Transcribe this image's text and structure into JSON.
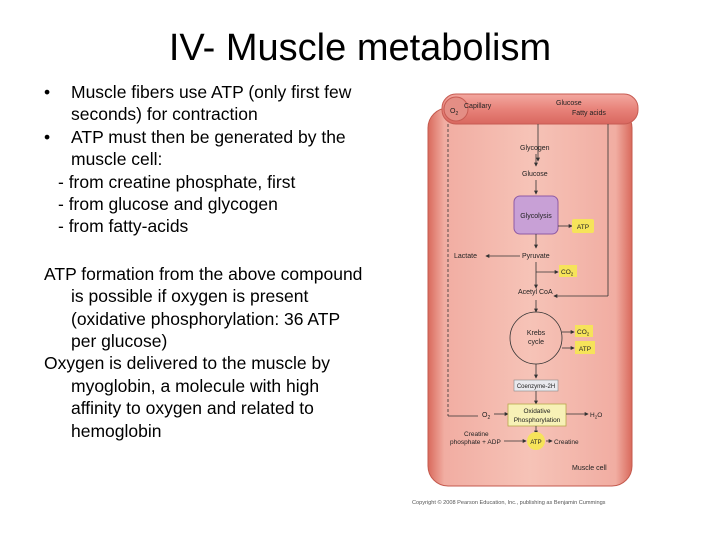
{
  "slide": {
    "title": "IV- Muscle metabolism",
    "bullets": [
      "Muscle fibers use ATP (only first few seconds) for contraction",
      "ATP must then be generated by the muscle cell:"
    ],
    "bullet_glyph": "•",
    "sub_items": [
      "- from creatine phosphate, first",
      "- from glucose and glycogen",
      "- from fatty-acids"
    ],
    "paragraphs": [
      "ATP formation from the above compound is possible if oxygen is present (oxidative phosphorylation: 36 ATP per glucose)",
      "Oxygen is delivered to the muscle by myoglobin, a molecule with high affinity to oxygen and related to hemoglobin"
    ]
  },
  "diagram": {
    "o2_capillary": "O",
    "o2_sub": "2",
    "capillary": "Capillary",
    "glucose_top": "Glucose",
    "fatty_acids": "Fatty acids",
    "glycogen": "Glycogen",
    "glucose": "Glucose",
    "glycolysis": "Glycolysis",
    "atp_glycolysis": "ATP",
    "lactate": "Lactate",
    "pyruvate": "Pyruvate",
    "co2_pyruvate": "CO",
    "co2_sub": "2",
    "acetyl_coa": "Acetyl CoA",
    "krebs_1": "Krebs",
    "krebs_2": "cycle",
    "co2_krebs": "CO",
    "atp_krebs": "ATP",
    "coenzyme": "Coenzyme-2H",
    "o2_ox": "O",
    "ox_phos_1": "Oxidative",
    "ox_phos_2": "Phosphorylation",
    "h2o_h": "H",
    "h2o_sub": "2",
    "h2o_o": "O",
    "creatine_phosphate": "Creatine",
    "creatine_phosphate_2": "phosphate + ADP",
    "atp_creatine": "ATP",
    "creatine": "Creatine",
    "muscle_cell": "Muscle cell",
    "copyright": "Copyright © 2008 Pearson Education, Inc., publishing as Benjamin Cummings"
  }
}
